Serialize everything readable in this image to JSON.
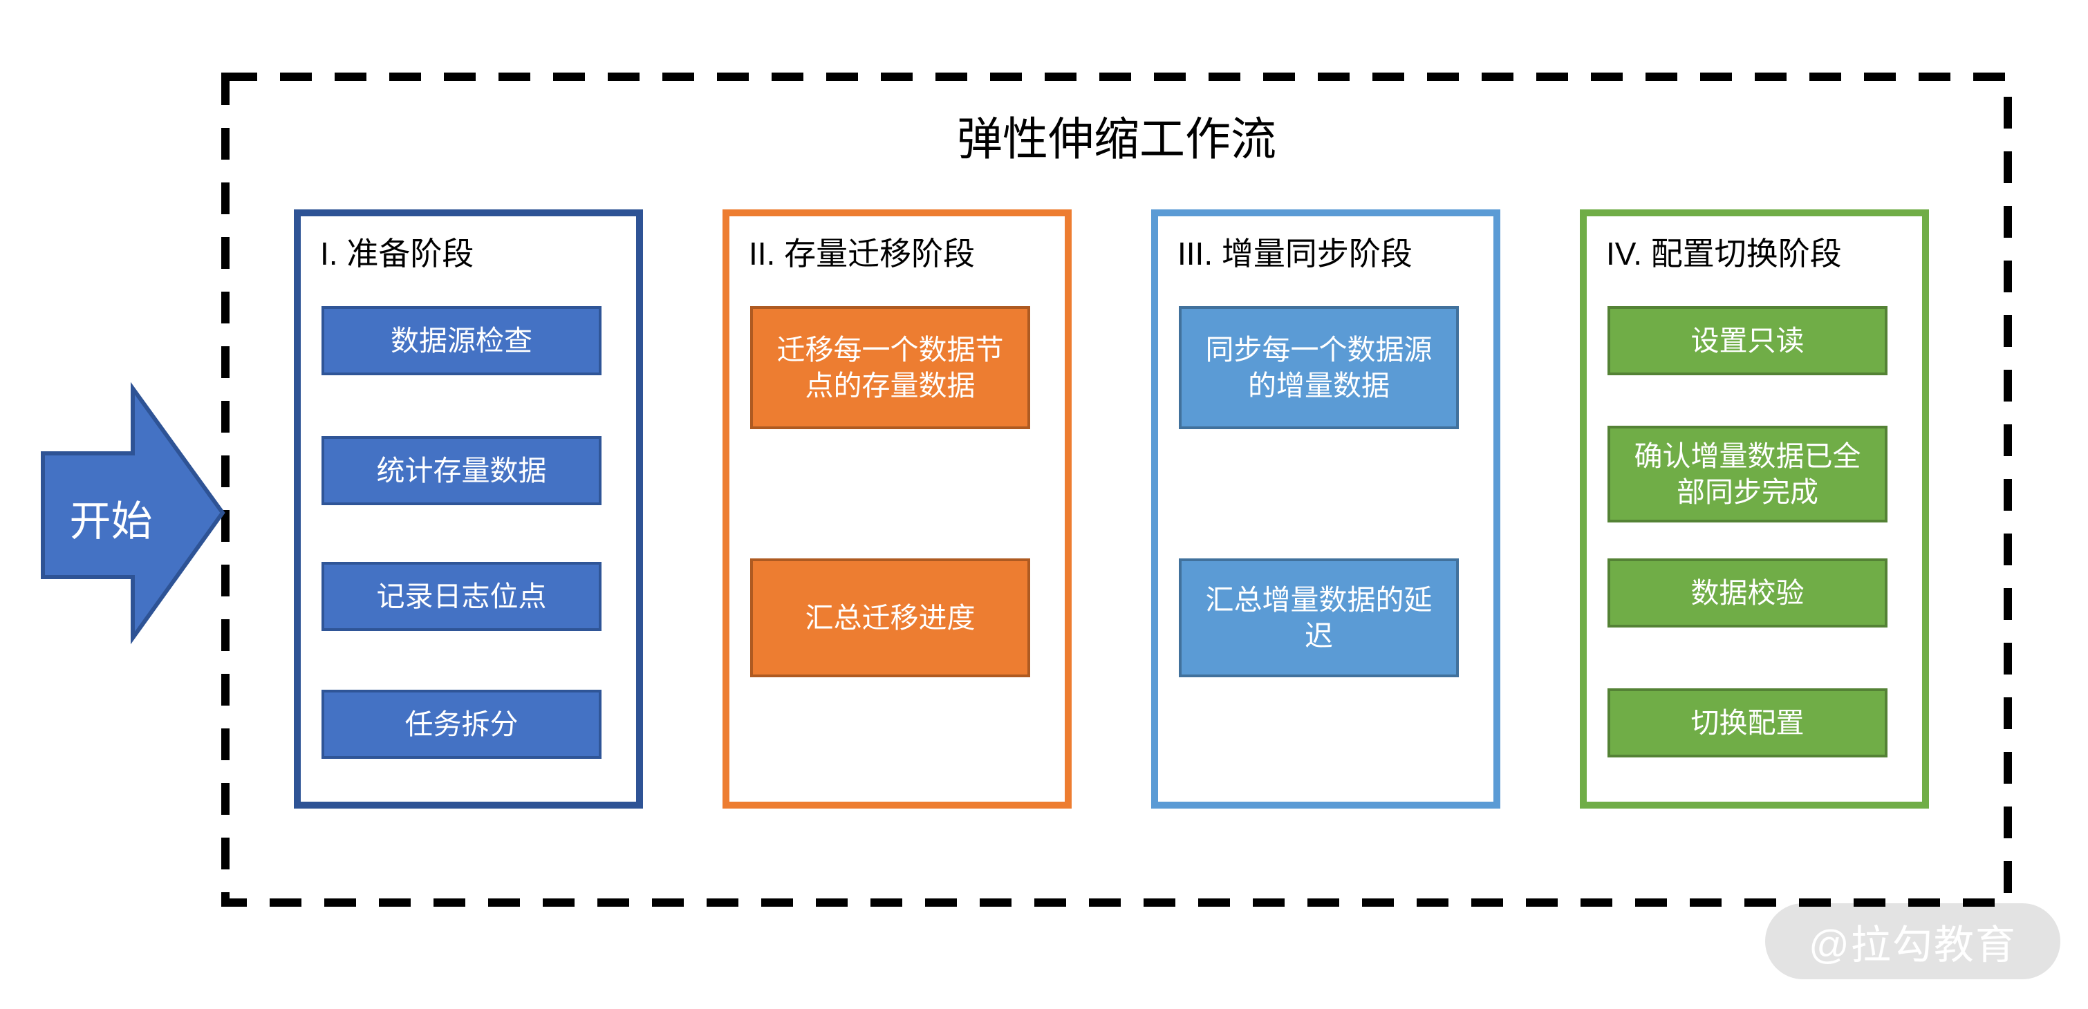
{
  "diagram": {
    "title": "弹性伸缩工作流",
    "start": {
      "label": "开始",
      "fill": "#4472C4",
      "border": "#2E5395"
    },
    "frame": {
      "color": "#000000"
    },
    "watermark": {
      "text": "@拉勾教育",
      "pill_color": "#e3e3e3",
      "text_color": "#ffffff"
    },
    "columns": [
      {
        "header": "I. 准备阶段",
        "accent": "#2E5395",
        "box_fill": "#4472C4",
        "box_border": "#2F5597",
        "boxes": [
          "数据源检查",
          "统计存量数据",
          "记录日志位点",
          "任务拆分"
        ]
      },
      {
        "header": "II. 存量迁移阶段",
        "accent": "#ED7D31",
        "box_fill": "#ED7D31",
        "box_border": "#AE5A21",
        "boxes": [
          "迁移每一个数据节\n点的存量数据",
          "汇总迁移进度"
        ]
      },
      {
        "header": "III. 增量同步阶段",
        "accent": "#5B9BD5",
        "box_fill": "#5B9BD5",
        "box_border": "#41719C",
        "boxes": [
          "同步每一个数据源\n的增量数据",
          "汇总增量数据的延\n迟"
        ]
      },
      {
        "header": "IV. 配置切换阶段",
        "accent": "#70AD47",
        "box_fill": "#70AD47",
        "box_border": "#548235",
        "boxes": [
          "设置只读",
          "确认增量数据已全\n部同步完成",
          "数据校验",
          "切换配置"
        ]
      }
    ]
  }
}
